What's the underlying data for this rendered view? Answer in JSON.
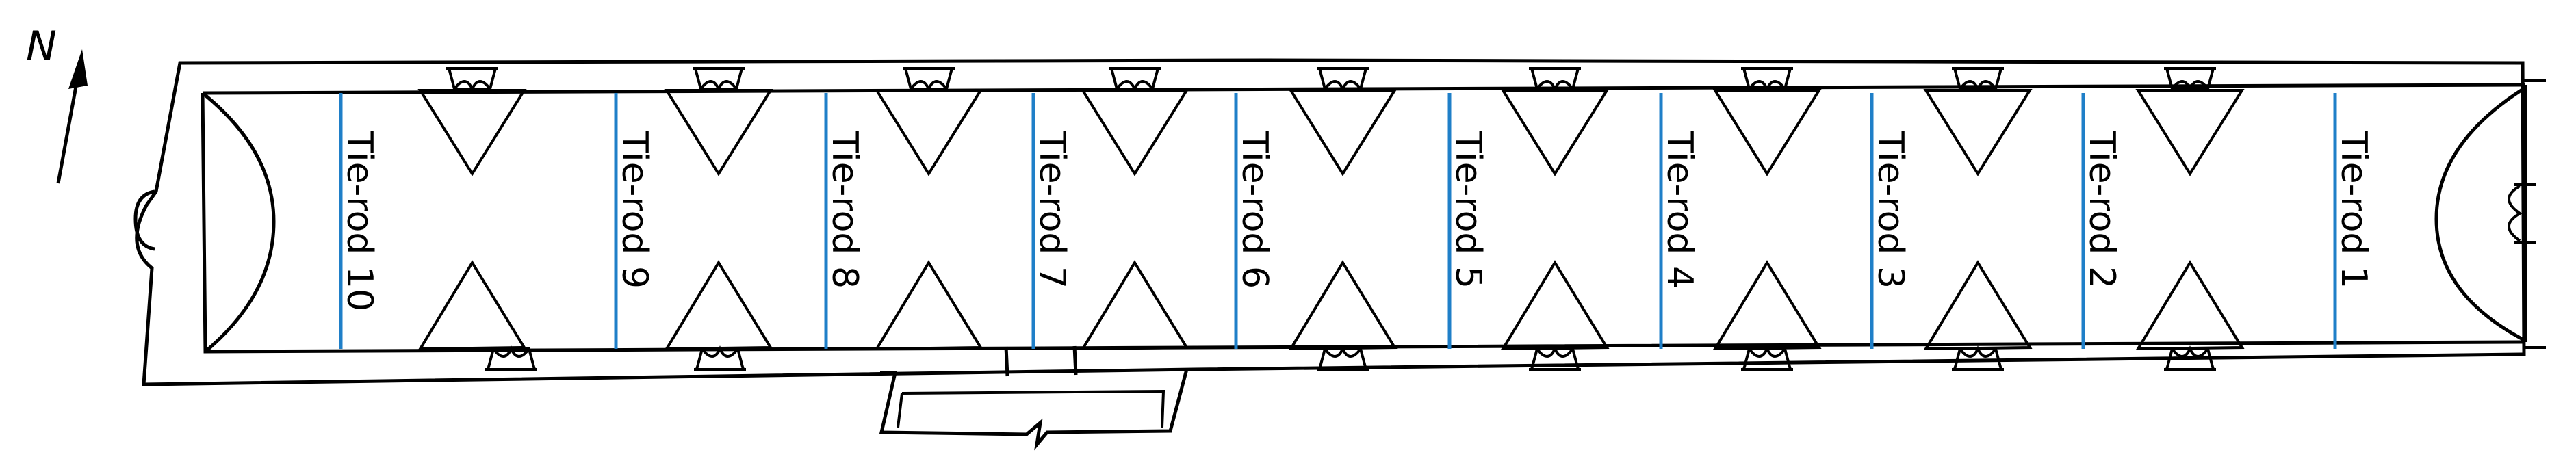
{
  "north_label": "N",
  "tie_rods": [
    {
      "label": "Tie-rod 10"
    },
    {
      "label": "Tie-rod 9"
    },
    {
      "label": "Tie-rod 8"
    },
    {
      "label": "Tie-rod 7"
    },
    {
      "label": "Tie-rod 6"
    },
    {
      "label": "Tie-rod 5"
    },
    {
      "label": "Tie-rod 4"
    },
    {
      "label": "Tie-rod 3"
    },
    {
      "label": "Tie-rod 2"
    },
    {
      "label": "Tie-rod 1"
    }
  ],
  "colors": {
    "tie_rod": "#1f7fc8",
    "walls": "#000000"
  }
}
